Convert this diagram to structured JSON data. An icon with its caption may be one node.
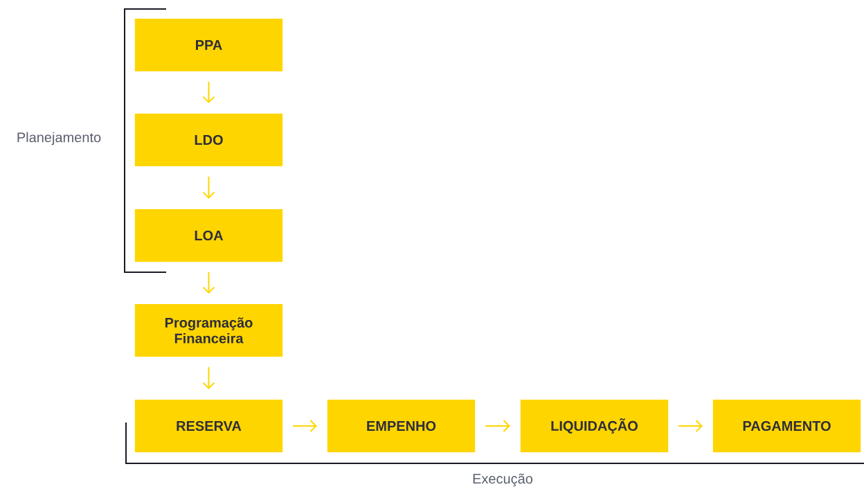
{
  "diagram": {
    "nodes": [
      {
        "text": [
          "PPA"
        ]
      },
      {
        "text": [
          "LDO"
        ]
      },
      {
        "text": [
          "LOA"
        ]
      },
      {
        "text": [
          "Programação Financeira"
        ]
      },
      {
        "text": [
          "RESERVA"
        ]
      },
      {
        "text": [
          "EMPENHO"
        ]
      },
      {
        "text": [
          "LIQUIDAÇÃO"
        ]
      },
      {
        "text": [
          "PAGAMENTO"
        ]
      }
    ],
    "edges": [
      {
        "from": 0,
        "to": 1,
        "arrow": "to"
      },
      {
        "from": 1,
        "to": 2,
        "arrow": "to"
      },
      {
        "from": 2,
        "to": 3,
        "arrow": "to"
      },
      {
        "from": 3,
        "to": 4,
        "arrow": "to"
      },
      {
        "from": 4,
        "to": 5,
        "arrow": "to"
      },
      {
        "from": 5,
        "to": 6,
        "arrow": "to"
      },
      {
        "from": 6,
        "to": 7,
        "arrow": "to"
      }
    ],
    "labels": [
      "Planejamento",
      "Execução"
    ]
  }
}
